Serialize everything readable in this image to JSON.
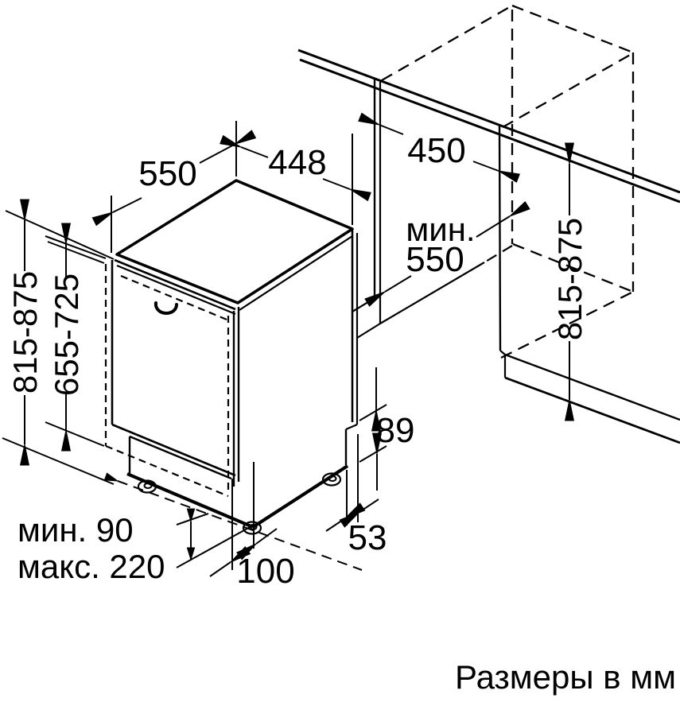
{
  "diagram": {
    "unit_note": "Размеры в мм",
    "dimensions": {
      "top_depth": "550",
      "top_width": "448",
      "niche_width": "450",
      "niche_depth_prefix": "мин.",
      "niche_depth_value": "550",
      "appliance_height": "815-875",
      "door_panel_height": "655-725",
      "niche_height": "815-875",
      "rear_clearance_height": "89",
      "rear_clearance_depth": "53",
      "plinth_recess_depth": "100",
      "plinth_height_min": "мин. 90",
      "plinth_height_max": "макс. 220"
    },
    "colors": {
      "line": "#000000",
      "background": "#ffffff"
    }
  }
}
